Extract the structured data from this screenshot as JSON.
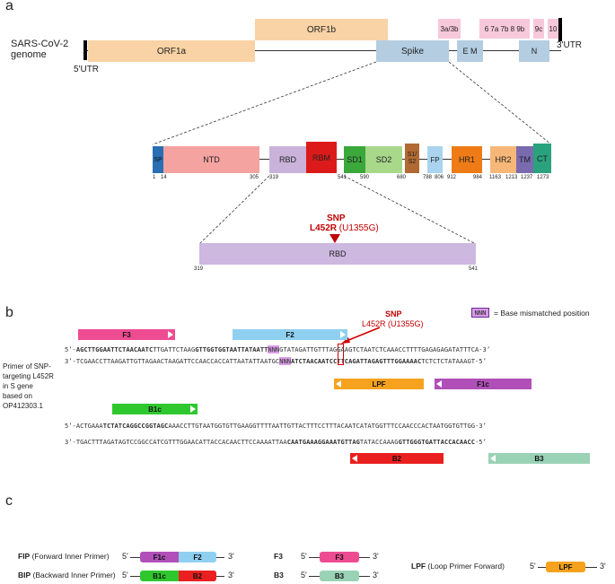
{
  "panels": {
    "a": "a",
    "b": "b",
    "c": "c"
  },
  "genome": {
    "name": "SARS-CoV-2\ngenome",
    "utr5": "5'UTR",
    "utr3": "3'UTR",
    "orf1a": "ORF1a",
    "orf1b": "ORF1b",
    "spike": "Spike",
    "orf3": "3a/3b",
    "em": "E M",
    "accessory": "6 7a 7b 8 9b",
    "orf9c": "9c",
    "orf10": "10",
    "n": "N"
  },
  "spike_domains": [
    {
      "label": "SP",
      "color": "#2a6eb4"
    },
    {
      "label": "NTD",
      "color": "#f4a3a0"
    },
    {
      "label": "RBD",
      "color": "#c9b3da"
    },
    {
      "label": "RBM",
      "color": "#dd1a1a"
    },
    {
      "label": "SD1",
      "color": "#3aa83a"
    },
    {
      "label": "SD2",
      "color": "#a8d88a"
    },
    {
      "label": "S1/\nS2",
      "color": "#b06a32"
    },
    {
      "label": "FP",
      "color": "#a9d3ee"
    },
    {
      "label": "HR1",
      "color": "#ee7b16"
    },
    {
      "label": "HR2",
      "color": "#f6b779"
    },
    {
      "label": "TM",
      "color": "#7a6aae"
    },
    {
      "label": "CT",
      "color": "#2aa27e"
    }
  ],
  "spike_ticks": [
    "1",
    "14",
    "305",
    "319",
    "541",
    "590",
    "680",
    "788",
    "806",
    "912",
    "984",
    "1163",
    "1213",
    "1237",
    "1273"
  ],
  "rbd_zoom": {
    "label": "RBD",
    "start": "319",
    "end": "541",
    "snp_title": "SNP",
    "snp_mut": "L452R",
    "snp_pos": "(U1355G)"
  },
  "panel_b": {
    "legend_box": "NNN",
    "legend_text": "= Base mismatched position",
    "snp_title": "SNP",
    "snp_sub": "L452R (U1355G)",
    "side_label": "Primer of SNP-\ntargeting L452R\nin S gene\nbased on\nOP412303.1",
    "primers": {
      "F3": "F3",
      "F2": "F2",
      "LPF": "LPF",
      "F1c": "F1c",
      "B1c": "B1c",
      "B2": "B2",
      "B3": "B3"
    },
    "seq1_top": {
      "p5": "5’-",
      "a": "AGCTTGGAATTCTAACAATC",
      "b": "TTGATTCTAAG",
      "c": "GTTGGTGGTAATTATAATT",
      "d": "NNN",
      "e": "G",
      "f": "TATAGATTGTTTAGGAAGTCTAATCTCAAACCTTTTGAGAGAGATATTTCA-3’"
    },
    "seq1_bot": {
      "p3": "3’-",
      "a": "TCGAACCTTAAGATTGTTAGAACTAAGATTCCAACCACCATTAATATTAATG",
      "b": "C",
      "c": "NNN",
      "d": "ATCTAACAATCC",
      "e": "TT",
      "f": "CAGATTAGAGTTTGGAAAAC",
      "g": "TCTCTCTATAAAGT-5’"
    },
    "seq2_top": {
      "p5": "5’-",
      "a": "ACTGAAA",
      "b": "TCTATCAGGCCGGTAGC",
      "c": "AAACCTTGTAATGGTGTTGAAGGTTTTAATTGTTACTTTCCTTTACAATCATATGGTTTCCAACCCACTAATGGTGTTGG-3’"
    },
    "seq2_bot": {
      "p3": "3’-",
      "a": "TGACTTTAGATAGTCCGGCCATCGTTTGGAACATTACCACAACTTCCAAAATTAA",
      "b": "CAATGAAAGGAAATGTTAG",
      "c": "TATACCAAAG",
      "d": "GTTGGGTGATTACCACAACC",
      "e": "-5’"
    }
  },
  "panel_c": {
    "fip_label_bold": "FIP",
    "fip_label": " (Forward Inner Primer)",
    "bip_label_bold": "BIP",
    "bip_label": " (Backward Inner Primer)",
    "lpf_label_bold": "LPF",
    "lpf_label": " (Loop Primer Forward)",
    "five": "5'",
    "three": "3'",
    "fip_parts": [
      "F1c",
      "F2"
    ],
    "bip_parts": [
      "B1c",
      "B2"
    ],
    "f3": "F3",
    "b3": "B3",
    "lpf": "LPF"
  },
  "colors": {
    "orf": "#f9d3a5",
    "spike": "#b4cde1",
    "accessory": "#f7c8da",
    "f3": "#ee4c92",
    "f2": "#8fd0f0",
    "lpf": "#f6a21e",
    "f1c": "#b04fb8",
    "b1c": "#2ec82e",
    "b2": "#ea1f1f",
    "b3": "#9ad2b6",
    "rbd": "#cdb8e0"
  }
}
